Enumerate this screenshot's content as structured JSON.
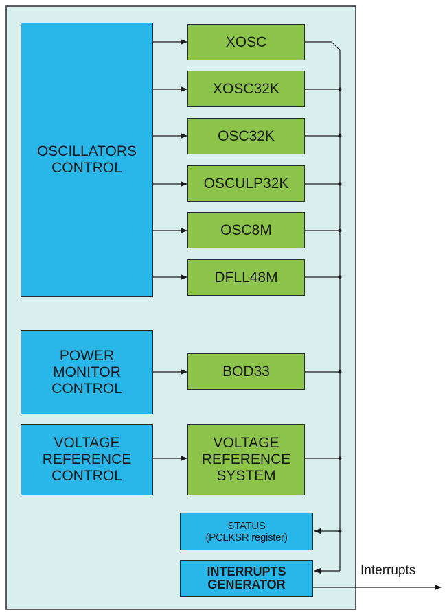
{
  "colors": {
    "panel_bg": "#d9efee",
    "control_blue": "#29b6e9",
    "module_green": "#8cc34a",
    "line": "#1b1b1b"
  },
  "controls": {
    "oscillators": "OSCILLATORS\nCONTROL",
    "power_monitor": "POWER\nMONITOR\nCONTROL",
    "voltage_reference": "VOLTAGE\nREFERENCE\nCONTROL"
  },
  "modules": [
    {
      "id": "xosc",
      "label": "XOSC"
    },
    {
      "id": "xosc32k",
      "label": "XOSC32K"
    },
    {
      "id": "osc32k",
      "label": "OSC32K"
    },
    {
      "id": "osculp32k",
      "label": "OSCULP32K"
    },
    {
      "id": "osc8m",
      "label": "OSC8M"
    },
    {
      "id": "dfll48m",
      "label": "DFLL48M"
    },
    {
      "id": "bod33",
      "label": "BOD33"
    },
    {
      "id": "vref_system",
      "label": "VOLTAGE\nREFERENCE\nSYSTEM"
    }
  ],
  "status": "STATUS\n(PCLKSR register)",
  "interrupts_generator": "INTERRUPTS\nGENERATOR",
  "output_label": "Interrupts"
}
